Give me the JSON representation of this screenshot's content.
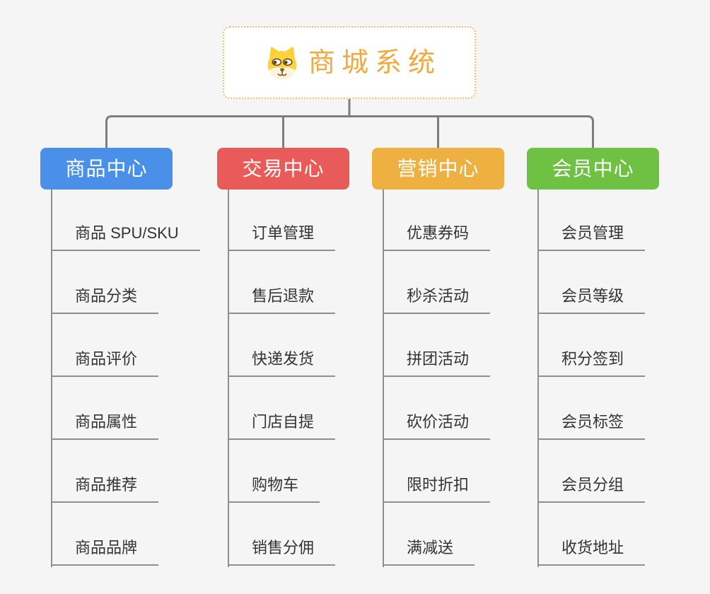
{
  "root": {
    "title": "商城系统",
    "icon": "dog-face-icon"
  },
  "branches": [
    {
      "label": "商品中心",
      "color": "#4a90e8",
      "children": [
        "商品 SPU/SKU",
        "商品分类",
        "商品评价",
        "商品属性",
        "商品推荐",
        "商品品牌"
      ]
    },
    {
      "label": "交易中心",
      "color": "#e95b58",
      "children": [
        "订单管理",
        "售后退款",
        "快递发货",
        "门店自提",
        "购物车",
        "销售分佣"
      ]
    },
    {
      "label": "营销中心",
      "color": "#efb042",
      "children": [
        "优惠券码",
        "秒杀活动",
        "拼团活动",
        "砍价活动",
        "限时折扣",
        "满减送"
      ]
    },
    {
      "label": "会员中心",
      "color": "#6ec143",
      "children": [
        "会员管理",
        "会员等级",
        "积分签到",
        "会员标签",
        "会员分组",
        "收货地址"
      ]
    }
  ],
  "theme": {
    "background": "#f5f5f5",
    "accent": "#f2a93d",
    "root_border": "#f3be6e",
    "connector_color": "#7d7d7d",
    "leaf_line_color": "#8f8f8f",
    "leaf_text_color": "#333333",
    "branch_text_color": "#ffffff"
  }
}
